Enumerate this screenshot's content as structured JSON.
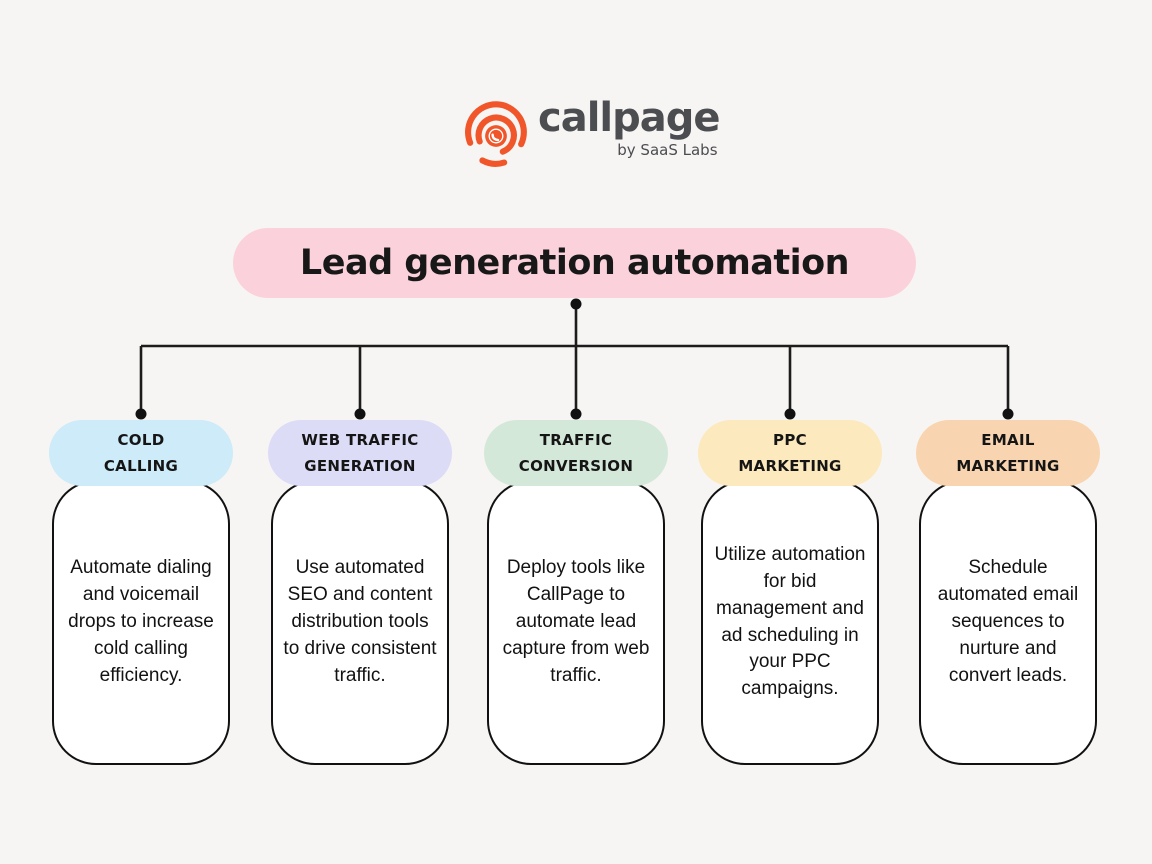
{
  "logo": {
    "brand": "callpage",
    "tagline": "by SaaS Labs",
    "icon": "callpage-rings-phone-icon",
    "brand_color": "#f0562a",
    "text_color": "#4b4d50"
  },
  "title": {
    "text": "Lead generation automation",
    "bg": "#fbd2db"
  },
  "colors": {
    "background": "#f7f5f3",
    "connector_line": "#1c1c1c",
    "card_border": "#111111",
    "card_bg": "#ffffff"
  },
  "cards": [
    {
      "id": "cold-calling",
      "title_lines": [
        "COLD",
        "CALLING"
      ],
      "color": "#cdebf8",
      "body": "Automate dialing and voicemail drops to increase cold calling efficiency."
    },
    {
      "id": "web-traffic-generation",
      "title_lines": [
        "WEB TRAFFIC",
        "GENERATION"
      ],
      "color": "#dcdcf6",
      "body": "Use automated SEO and content distribution tools to drive consistent traffic."
    },
    {
      "id": "traffic-conversion",
      "title_lines": [
        "TRAFFIC",
        "CONVERSION"
      ],
      "color": "#d4e8da",
      "body": "Deploy tools like CallPage to automate lead capture from web traffic."
    },
    {
      "id": "ppc-marketing",
      "title_lines": [
        "PPC",
        "MARKETING"
      ],
      "color": "#fce9bd",
      "body": "Utilize automation for bid management and ad scheduling in your PPC campaigns."
    },
    {
      "id": "email-marketing",
      "title_lines": [
        "EMAIL",
        "MARKETING"
      ],
      "color": "#f8d5b0",
      "body": "Schedule automated email sequences to nurture and convert leads."
    }
  ]
}
